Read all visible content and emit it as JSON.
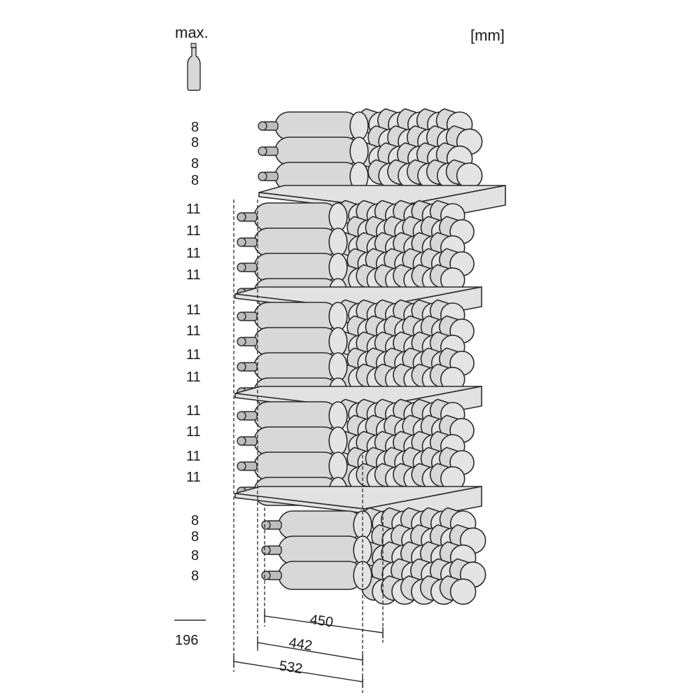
{
  "header": {
    "max_label": "max.",
    "unit_label": "[mm]"
  },
  "icons": {
    "bottle": "bottle-icon"
  },
  "rows": [
    {
      "count": "8"
    },
    {
      "count": "8"
    },
    {
      "count": "8"
    },
    {
      "count": "8"
    },
    {
      "count": "11"
    },
    {
      "count": "11"
    },
    {
      "count": "11"
    },
    {
      "count": "11"
    },
    {
      "count": "11"
    },
    {
      "count": "11"
    },
    {
      "count": "11"
    },
    {
      "count": "11"
    },
    {
      "count": "11"
    },
    {
      "count": "11"
    },
    {
      "count": "11"
    },
    {
      "count": "11"
    },
    {
      "count": "8"
    },
    {
      "count": "8"
    },
    {
      "count": "8"
    },
    {
      "count": "8"
    }
  ],
  "total": "196",
  "dimensions": {
    "d1": "450",
    "d2": "442",
    "d3": "532"
  },
  "colors": {
    "bottle_fill": "#d8d8d8",
    "outline": "#2a2a2a",
    "shelf_fill": "#e2e2e2"
  }
}
